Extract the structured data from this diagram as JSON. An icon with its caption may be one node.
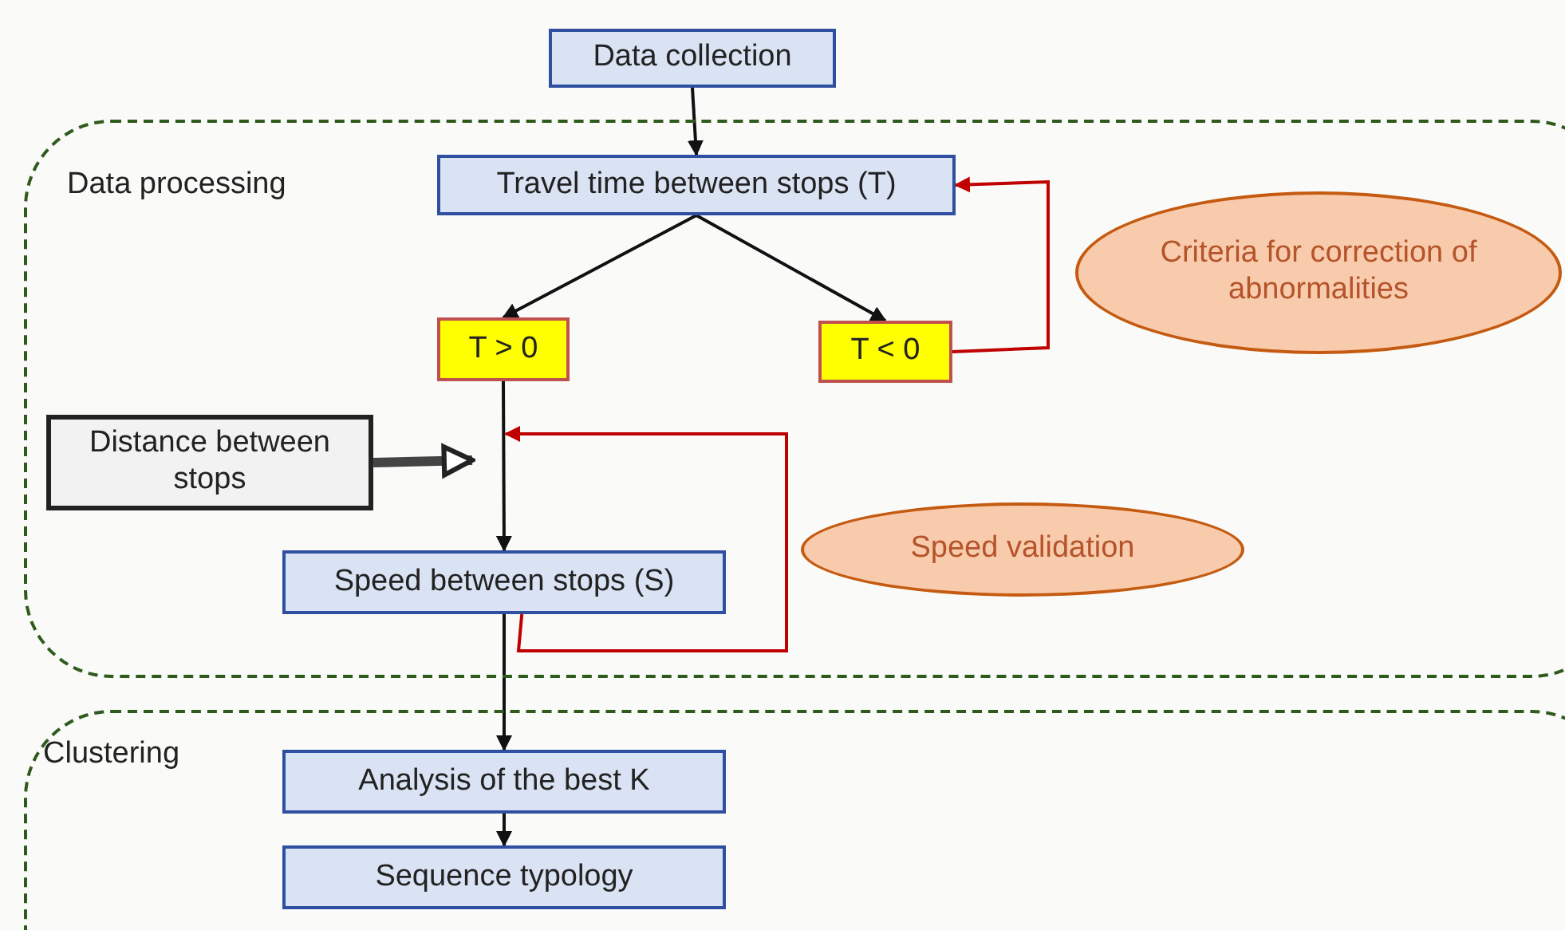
{
  "diagram": {
    "nodes": [
      {
        "text": [
          "Data collection"
        ]
      },
      {
        "text": [
          "Data processing"
        ]
      },
      {
        "text": [
          "Travel time between stops (T)"
        ],
        "in": 1
      },
      {
        "text": [
          "Criteria for correction of abnormalities"
        ],
        "in": 1
      },
      {
        "text": [
          "T > 0"
        ],
        "in": 1
      },
      {
        "text": [
          "T < 0"
        ],
        "in": 1
      },
      {
        "text": [
          "Distance between stops"
        ],
        "in": 1
      },
      {
        "text": [
          "Speed validation"
        ],
        "in": 1
      },
      {
        "text": [
          "Speed between stops (S)"
        ],
        "in": 1
      },
      {
        "text": [
          "Clustering"
        ]
      },
      {
        "text": [
          "Analysis of the best K"
        ],
        "in": 9
      },
      {
        "text": [
          "Sequence typology"
        ],
        "in": 9
      }
    ],
    "edges": [
      {
        "from": 0,
        "to": 2,
        "arrow": "to"
      },
      {
        "from": 2,
        "to": 4,
        "arrow": "to"
      },
      {
        "from": 2,
        "to": 5,
        "arrow": "to"
      },
      {
        "from": 5,
        "to": 2,
        "arrow": "to",
        "color": "#c00000"
      },
      {
        "from": 4,
        "to": 8,
        "arrow": "to"
      },
      {
        "from": 6,
        "to": null,
        "arrow": "to",
        "style": "thick"
      },
      {
        "from": 8,
        "to": null,
        "arrow": "to",
        "color": "#c00000"
      },
      {
        "from": 8,
        "to": 10,
        "arrow": "to"
      },
      {
        "from": 10,
        "to": 11,
        "arrow": "to"
      }
    ]
  }
}
